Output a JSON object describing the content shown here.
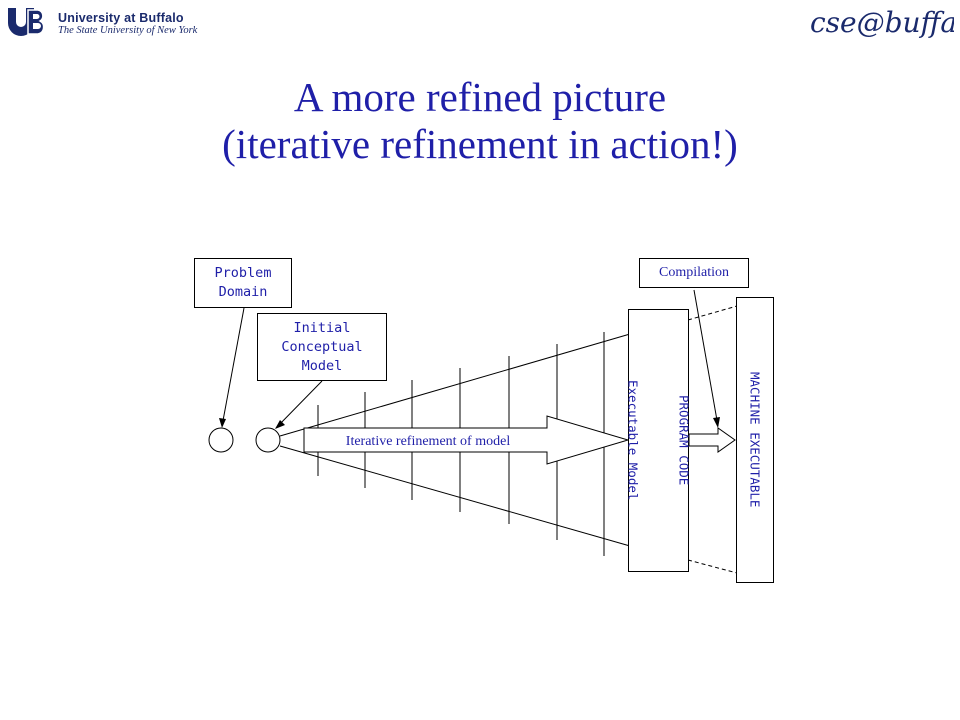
{
  "header": {
    "university_name": "University at Buffalo",
    "university_subtitle": "The State University of New York",
    "department_logo_text": "cse@buffalo"
  },
  "slide": {
    "title_line1": "A more refined picture",
    "title_line2": "(iterative refinement in action!)"
  },
  "diagram": {
    "problem_domain": "Problem\nDomain",
    "initial_conceptual_model": "Initial\nConceptual\nModel",
    "compilation": "Compilation",
    "iterative_refinement": "Iterative refinement of model",
    "program_code_line1": "PROGRAM CODE",
    "program_code_line2": "Executable Model",
    "machine_executable": "MACHINE EXECUTABLE"
  },
  "colors": {
    "title": "#1f1fa8",
    "label_text": "#1f1fa8",
    "lines": "#000000",
    "ub_logo": "#1a2a6c"
  }
}
